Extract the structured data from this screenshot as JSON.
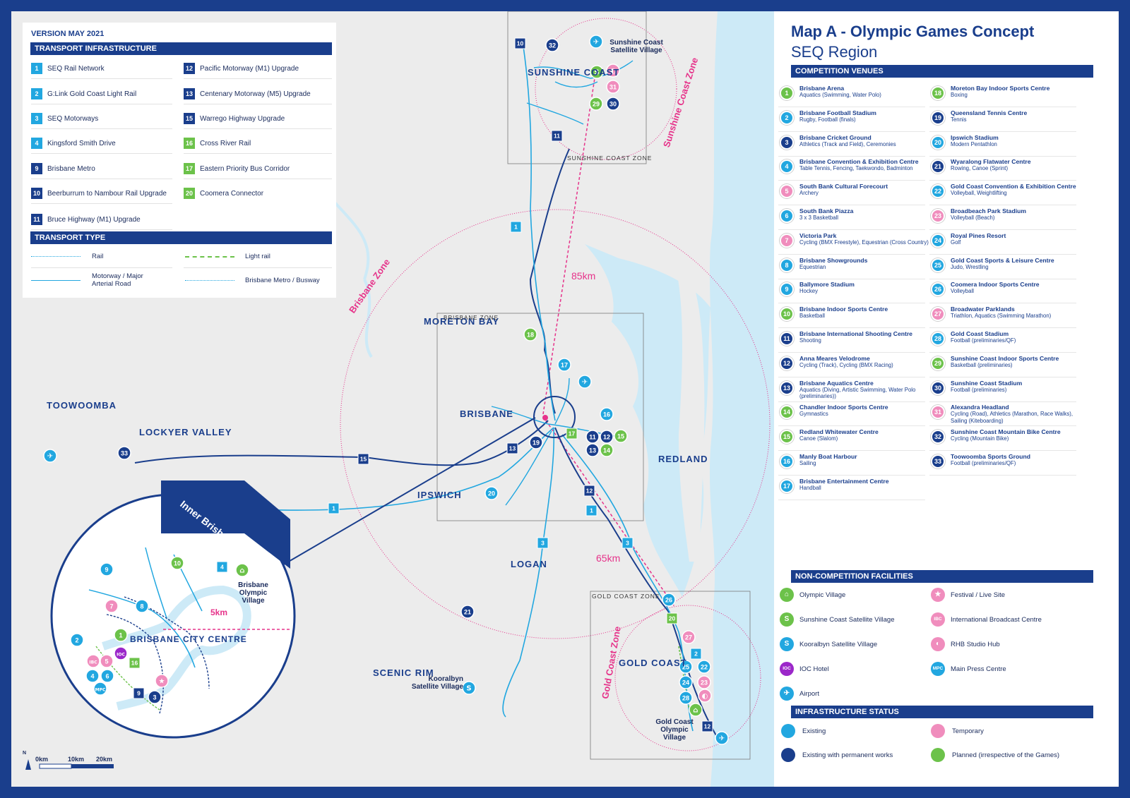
{
  "version": "VERSION MAY 2021",
  "header": {
    "title": "Map A - Olympic Games Concept",
    "subtitle": "SEQ Region"
  },
  "colors": {
    "navy": "#1a3e8c",
    "existing": "#22a7e0",
    "permanent": "#1a3e8c",
    "temporary": "#f08dbd",
    "planned": "#6cc24a",
    "zone_pink": "#e6338a",
    "water": "#cdeaf7",
    "land": "#ececec"
  },
  "transport_infrastructure": {
    "heading": "TRANSPORT INFRASTRUCTURE",
    "left": [
      {
        "num": "1",
        "label": "SEQ Rail Network",
        "color": "#22a7e0"
      },
      {
        "num": "2",
        "label": "G:Link Gold Coast Light Rail",
        "color": "#22a7e0"
      },
      {
        "num": "3",
        "label": "SEQ Motorways",
        "color": "#22a7e0"
      },
      {
        "num": "4",
        "label": "Kingsford Smith Drive",
        "color": "#22a7e0"
      },
      {
        "num": "9",
        "label": "Brisbane Metro",
        "color": "#1a3e8c"
      },
      {
        "num": "10",
        "label": "Beerburrum to Nambour Rail Upgrade",
        "color": "#1a3e8c"
      },
      {
        "num": "11",
        "label": "Bruce Highway (M1) Upgrade",
        "color": "#1a3e8c"
      }
    ],
    "right": [
      {
        "num": "12",
        "label": "Pacific Motorway (M1) Upgrade",
        "color": "#1a3e8c"
      },
      {
        "num": "13",
        "label": "Centenary Motorway (M5) Upgrade",
        "color": "#1a3e8c"
      },
      {
        "num": "15",
        "label": "Warrego Highway Upgrade",
        "color": "#1a3e8c"
      },
      {
        "num": "16",
        "label": "Cross River Rail",
        "color": "#6cc24a"
      },
      {
        "num": "17",
        "label": "Eastern Priority Bus Corridor",
        "color": "#6cc24a"
      },
      {
        "num": "20",
        "label": "Coomera Connector",
        "color": "#6cc24a"
      }
    ]
  },
  "transport_type": {
    "heading": "TRANSPORT TYPE",
    "items": [
      {
        "label": "Rail",
        "style": "rail"
      },
      {
        "label": "Light rail",
        "style": "lightrail"
      },
      {
        "label": "Motorway / Major Arterial Road",
        "style": "motorway"
      },
      {
        "label": "Brisbane Metro / Busway",
        "style": "busway"
      }
    ]
  },
  "competition_venues": {
    "heading": "COMPETITION VENUES",
    "left": [
      {
        "num": "1",
        "name": "Brisbane Arena",
        "sport": "Aquatics (Swimming, Water Polo)",
        "status": "planned"
      },
      {
        "num": "2",
        "name": "Brisbane Football Stadium",
        "sport": "Rugby, Football (finals)",
        "status": "existing"
      },
      {
        "num": "3",
        "name": "Brisbane Cricket Ground",
        "sport": "Athletics (Track and Field), Ceremonies",
        "status": "permanent"
      },
      {
        "num": "4",
        "name": "Brisbane Convention & Exhibition Centre",
        "sport": "Table Tennis, Fencing, Taekwondo, Badminton",
        "status": "existing"
      },
      {
        "num": "5",
        "name": "South Bank Cultural Forecourt",
        "sport": "Archery",
        "status": "temporary"
      },
      {
        "num": "6",
        "name": "South Bank Piazza",
        "sport": "3 x 3 Basketball",
        "status": "existing"
      },
      {
        "num": "7",
        "name": "Victoria Park",
        "sport": "Cycling (BMX Freestyle), Equestrian (Cross Country)",
        "status": "temporary"
      },
      {
        "num": "8",
        "name": "Brisbane Showgrounds",
        "sport": "Equestrian",
        "status": "existing"
      },
      {
        "num": "9",
        "name": "Ballymore Stadium",
        "sport": "Hockey",
        "status": "existing"
      },
      {
        "num": "10",
        "name": "Brisbane Indoor Sports Centre",
        "sport": "Basketball",
        "status": "planned"
      },
      {
        "num": "11",
        "name": "Brisbane International Shooting Centre",
        "sport": "Shooting",
        "status": "permanent"
      },
      {
        "num": "12",
        "name": "Anna Meares Velodrome",
        "sport": "Cycling (Track), Cycling (BMX Racing)",
        "status": "permanent"
      },
      {
        "num": "13",
        "name": "Brisbane Aquatics Centre",
        "sport": "Aquatics (Diving, Artistic Swimming, Water Polo (preliminaries))",
        "status": "permanent"
      },
      {
        "num": "14",
        "name": "Chandler Indoor Sports Centre",
        "sport": "Gymnastics",
        "status": "planned"
      },
      {
        "num": "15",
        "name": "Redland Whitewater Centre",
        "sport": "Canoe (Slalom)",
        "status": "planned"
      },
      {
        "num": "16",
        "name": "Manly Boat Harbour",
        "sport": "Sailing",
        "status": "existing"
      },
      {
        "num": "17",
        "name": "Brisbane Entertainment Centre",
        "sport": "Handball",
        "status": "existing"
      }
    ],
    "right": [
      {
        "num": "18",
        "name": "Moreton Bay Indoor Sports Centre",
        "sport": "Boxing",
        "status": "planned"
      },
      {
        "num": "19",
        "name": "Queensland Tennis Centre",
        "sport": "Tennis",
        "status": "permanent"
      },
      {
        "num": "20",
        "name": "Ipswich Stadium",
        "sport": "Modern Pentathlon",
        "status": "existing"
      },
      {
        "num": "21",
        "name": "Wyaralong Flatwater Centre",
        "sport": "Rowing, Canoe (Sprint)",
        "status": "permanent"
      },
      {
        "num": "22",
        "name": "Gold Coast Convention & Exhibition Centre",
        "sport": "Volleyball, Weightlifting",
        "status": "existing"
      },
      {
        "num": "23",
        "name": "Broadbeach Park Stadium",
        "sport": "Volleyball (Beach)",
        "status": "temporary"
      },
      {
        "num": "24",
        "name": "Royal Pines Resort",
        "sport": "Golf",
        "status": "existing"
      },
      {
        "num": "25",
        "name": "Gold Coast Sports & Leisure Centre",
        "sport": "Judo, Wrestling",
        "status": "existing"
      },
      {
        "num": "26",
        "name": "Coomera Indoor Sports Centre",
        "sport": "Volleyball",
        "status": "existing"
      },
      {
        "num": "27",
        "name": "Broadwater Parklands",
        "sport": "Triathlon, Aquatics (Swimming Marathon)",
        "status": "temporary"
      },
      {
        "num": "28",
        "name": "Gold Coast Stadium",
        "sport": "Football (preliminaries/QF)",
        "status": "existing"
      },
      {
        "num": "29",
        "name": "Sunshine Coast Indoor Sports Centre",
        "sport": "Basketball (preliminaries)",
        "status": "planned"
      },
      {
        "num": "30",
        "name": "Sunshine Coast Stadium",
        "sport": "Football (preliminaries)",
        "status": "permanent"
      },
      {
        "num": "31",
        "name": "Alexandra Headland",
        "sport": "Cycling (Road), Athletics (Marathon, Race Walks), Sailing (Kiteboarding)",
        "status": "temporary"
      },
      {
        "num": "32",
        "name": "Sunshine Coast Mountain Bike Centre",
        "sport": "Cycling (Mountain Bike)",
        "status": "permanent"
      },
      {
        "num": "33",
        "name": "Toowoomba Sports Ground",
        "sport": "Football (preliminaries/QF)",
        "status": "permanent"
      }
    ]
  },
  "non_competition": {
    "heading": "NON-COMPETITION FACILITIES",
    "left": [
      {
        "icon": "house-icon",
        "glyph": "⌂",
        "label": "Olympic Village",
        "color": "#6cc24a"
      },
      {
        "icon": "village-s-icon",
        "glyph": "S",
        "label": "Sunshine Coast Satellite Village",
        "color": "#6cc24a"
      },
      {
        "icon": "village-s-icon",
        "glyph": "S",
        "label": "Kooralbyn Satellite Village",
        "color": "#22a7e0"
      },
      {
        "icon": "ioc-icon",
        "glyph": "IOC",
        "label": "IOC Hotel",
        "color": "#9b27c9"
      },
      {
        "icon": "airport-icon",
        "glyph": "✈",
        "label": "Airport",
        "color": "#22a7e0"
      }
    ],
    "right": [
      {
        "icon": "star-icon",
        "glyph": "★",
        "label": "Festival / Live Site",
        "color": "#f08dbd"
      },
      {
        "icon": "ibc-icon",
        "glyph": "IBC",
        "label": "International Broadcast Centre",
        "color": "#f08dbd"
      },
      {
        "icon": "satellite-dish-icon",
        "glyph": "◐",
        "label": "RHB Studio Hub",
        "color": "#f08dbd"
      },
      {
        "icon": "mpc-icon",
        "glyph": "MPC",
        "label": "Main Press Centre",
        "color": "#22a7e0"
      }
    ]
  },
  "infrastructure_status": {
    "heading": "INFRASTRUCTURE STATUS",
    "items": [
      {
        "label": "Existing",
        "color": "#22a7e0"
      },
      {
        "label": "Temporary",
        "color": "#f08dbd"
      },
      {
        "label": "Existing with permanent works",
        "color": "#1a3e8c"
      },
      {
        "label": "Planned (irrespective of the Games)",
        "color": "#6cc24a"
      }
    ]
  },
  "map": {
    "regions": {
      "sunshine_coast": "SUNSHINE COAST",
      "moreton_bay": "MORETON BAY",
      "toowoomba": "TOOWOOMBA",
      "lockyer": "LOCKYER VALLEY",
      "brisbane": "BRISBANE",
      "redland": "REDLAND",
      "ipswich": "IPSWICH",
      "logan": "LOGAN",
      "scenic_rim": "SCENIC RIM",
      "gold_coast": "GOLD COAST"
    },
    "places": {
      "sc_village": "Sunshine Coast Satellite Village",
      "kooralbyn": "Kooralbyn Satellite Village",
      "gc_village": "Gold Coast Olympic Village",
      "bris_village": "Brisbane Olympic Village",
      "bcc": "BRISBANE CITY CENTRE"
    },
    "zones": {
      "sunshine_box": "SUNSHINE COAST ZONE",
      "brisbane_box": "BRISBANE ZONE",
      "gold_box": "GOLD COAST ZONE",
      "sunshine_ring": "Sunshine Coast Zone",
      "brisbane_ring": "Brisbane Zone",
      "gold_ring": "Gold Coast Zone"
    },
    "distances": {
      "north": "85km",
      "south": "65km",
      "inner": "5km"
    },
    "inner_banner": "Inner Brisbane",
    "scale": {
      "zero": "0km",
      "ten": "10km",
      "twenty": "20km",
      "north": "N"
    }
  }
}
